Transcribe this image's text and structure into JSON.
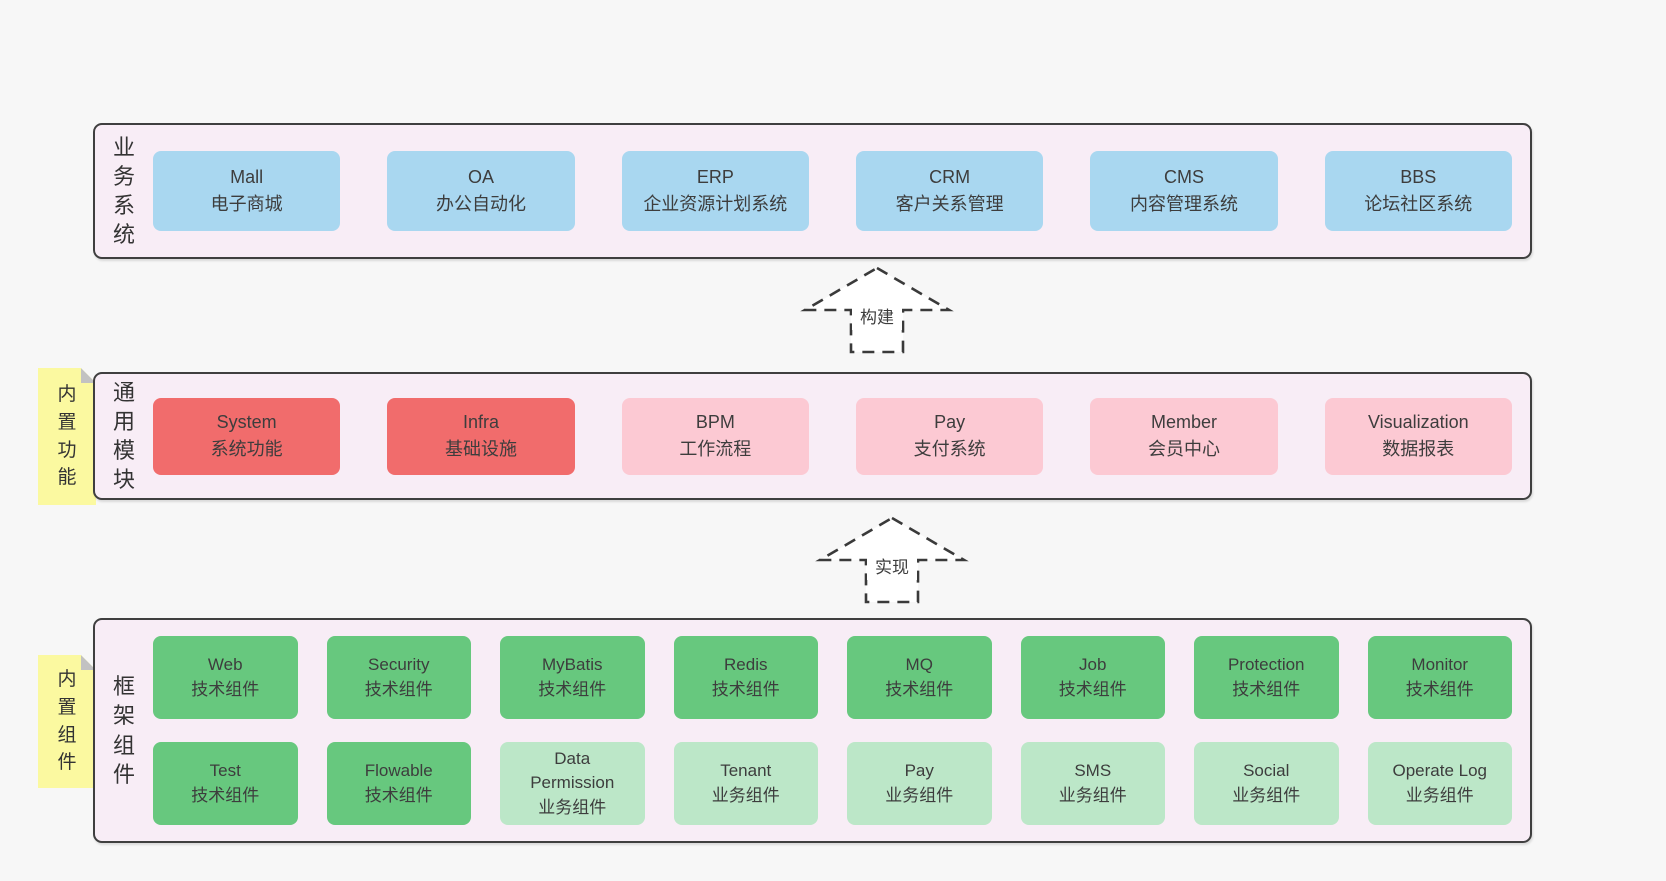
{
  "colors": {
    "page_bg": "#f7f7f7",
    "container_bg": "#f8edf6",
    "container_border": "#3f3f3f",
    "blue_box": "#a9d7f0",
    "red_box": "#f16c6c",
    "pink_box": "#fcc9d3",
    "green_box": "#67c87e",
    "light_green_box": "#bce7c8",
    "note_yellow": "#fbf9a0",
    "note_fold": "#c2c2c2",
    "text": "#3d3d3d"
  },
  "arrows": {
    "build": "构建",
    "implement": "实现"
  },
  "layers": {
    "business": {
      "label": "业务系统",
      "boxes": [
        {
          "name": "Mall",
          "desc": "电子商城",
          "variant": "blue"
        },
        {
          "name": "OA",
          "desc": "办公自动化",
          "variant": "blue"
        },
        {
          "name": "ERP",
          "desc": "企业资源计划系统",
          "variant": "blue"
        },
        {
          "name": "CRM",
          "desc": "客户关系管理",
          "variant": "blue"
        },
        {
          "name": "CMS",
          "desc": "内容管理系统",
          "variant": "blue"
        },
        {
          "name": "BBS",
          "desc": "论坛社区系统",
          "variant": "blue"
        }
      ]
    },
    "modules": {
      "label": "通用模块",
      "note": "内置功能",
      "boxes": [
        {
          "name": "System",
          "desc": "系统功能",
          "variant": "red"
        },
        {
          "name": "Infra",
          "desc": "基础设施",
          "variant": "red"
        },
        {
          "name": "BPM",
          "desc": "工作流程",
          "variant": "pink"
        },
        {
          "name": "Pay",
          "desc": "支付系统",
          "variant": "pink"
        },
        {
          "name": "Member",
          "desc": "会员中心",
          "variant": "pink"
        },
        {
          "name": "Visualization",
          "desc": "数据报表",
          "variant": "pink"
        }
      ]
    },
    "components": {
      "label": "框架组件",
      "note": "内置组件",
      "row1": [
        {
          "name": "Web",
          "desc": "技术组件",
          "variant": "green"
        },
        {
          "name": "Security",
          "desc": "技术组件",
          "variant": "green"
        },
        {
          "name": "MyBatis",
          "desc": "技术组件",
          "variant": "green"
        },
        {
          "name": "Redis",
          "desc": "技术组件",
          "variant": "green"
        },
        {
          "name": "MQ",
          "desc": "技术组件",
          "variant": "green"
        },
        {
          "name": "Job",
          "desc": "技术组件",
          "variant": "green"
        },
        {
          "name": "Protection",
          "desc": "技术组件",
          "variant": "green"
        },
        {
          "name": "Monitor",
          "desc": "技术组件",
          "variant": "green"
        }
      ],
      "row2": [
        {
          "name": "Test",
          "desc": "技术组件",
          "variant": "green"
        },
        {
          "name": "Flowable",
          "desc": "技术组件",
          "variant": "green"
        },
        {
          "name": "Data Permission",
          "desc": "业务组件",
          "variant": "light"
        },
        {
          "name": "Tenant",
          "desc": "业务组件",
          "variant": "light"
        },
        {
          "name": "Pay",
          "desc": "业务组件",
          "variant": "light"
        },
        {
          "name": "SMS",
          "desc": "业务组件",
          "variant": "light"
        },
        {
          "name": "Social",
          "desc": "业务组件",
          "variant": "light"
        },
        {
          "name": "Operate Log",
          "desc": "业务组件",
          "variant": "light"
        }
      ]
    }
  }
}
